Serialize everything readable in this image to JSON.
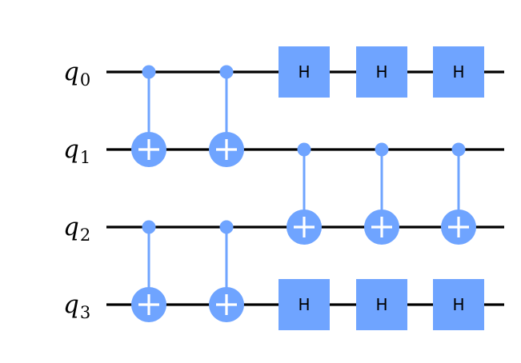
{
  "qubits": [
    {
      "name": "q",
      "index": "0"
    },
    {
      "name": "q",
      "index": "1"
    },
    {
      "name": "q",
      "index": "2"
    },
    {
      "name": "q",
      "index": "3"
    }
  ],
  "gate_color": "#6fa4ff",
  "wire_color": "#000000",
  "moments": [
    [
      {
        "type": "cx",
        "control": 0,
        "target": 1
      },
      {
        "type": "cx",
        "control": 2,
        "target": 3
      }
    ],
    [
      {
        "type": "cx",
        "control": 0,
        "target": 1
      },
      {
        "type": "cx",
        "control": 2,
        "target": 3
      }
    ],
    [
      {
        "type": "h",
        "qubit": 0,
        "label": "H"
      },
      {
        "type": "cx",
        "control": 1,
        "target": 2
      },
      {
        "type": "h",
        "qubit": 3,
        "label": "H"
      }
    ],
    [
      {
        "type": "h",
        "qubit": 0,
        "label": "H"
      },
      {
        "type": "cx",
        "control": 1,
        "target": 2
      },
      {
        "type": "h",
        "qubit": 3,
        "label": "H"
      }
    ],
    [
      {
        "type": "h",
        "qubit": 0,
        "label": "H"
      },
      {
        "type": "cx",
        "control": 1,
        "target": 2
      },
      {
        "type": "h",
        "qubit": 3,
        "label": "H"
      }
    ]
  ]
}
